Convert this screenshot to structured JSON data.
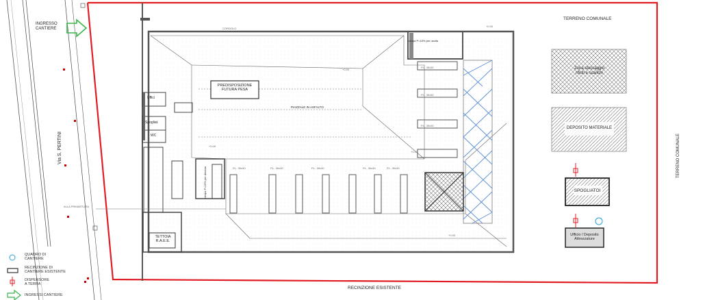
{
  "street": "Via S. PERTINI",
  "entrance_label": "INGRESSO CANTIERE",
  "top_right_zone": "TERRENO COMUNALE",
  "right_side_zone": "TERRENO COMUNALE",
  "bottom_fence": "RECINZIONE ESISTENTE",
  "areas": {
    "waste_zone": "Zona stoccaggio\nrifiuti e scarichi",
    "material_storage": "DEPOSITO MATERIALE",
    "changing_rooms": "SPOGLIATOI",
    "office_storage": "Ufficio / Deposito\nAttrezzature"
  },
  "building": {
    "future_weighbridge": "PREDISPOSIZIONE\nFUTURA PESA",
    "asphalt_square": "PIAZZALE IN ASFALTO",
    "canopy": "TETTOIA\nR.A.E.E.",
    "ramp_exit": "rampa P=15% per uscita",
    "ramp_descent": "rampa P=15% per discesa",
    "office": "Uffici",
    "changing": "Spogliat.",
    "wc": "WC"
  },
  "legend": [
    {
      "id": "quadro",
      "text": "QUADRO DI\nCANTIERE"
    },
    {
      "id": "recinzione",
      "text": "RECINZIONE DI\nCANTIERE ESISTENTE"
    },
    {
      "id": "dispersore",
      "text": "DISPERSORE\nA TERRA"
    },
    {
      "id": "ingressi",
      "text": "INGRESSI CANTIERE"
    }
  ],
  "colors": {
    "fence": "#e11b22",
    "arrow": "#39b54a",
    "hatch_blue": "#5b8fd6",
    "quadro": "#2a9fd8"
  }
}
